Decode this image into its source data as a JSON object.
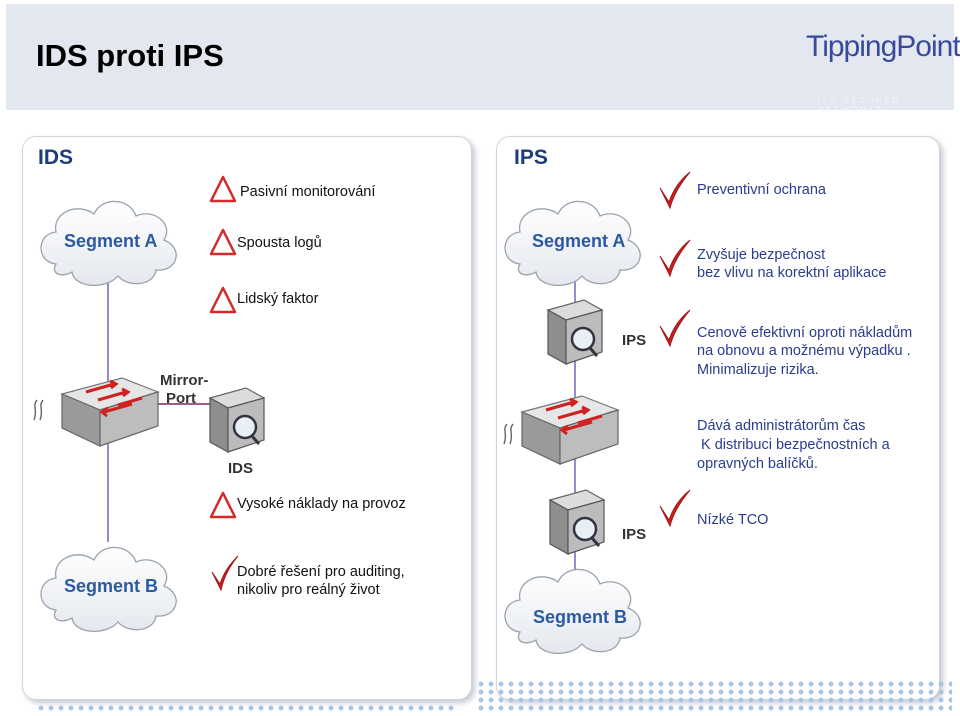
{
  "title": "IDS proti IPS",
  "logo": {
    "name": "TippingPoint",
    "tagline": "IPS-SECURED NETWORKS"
  },
  "left_panel": {
    "title": "IDS",
    "items": [
      {
        "text": "Pasivní monitorování",
        "icon": "warning-icon"
      },
      {
        "text": "Spousta logů",
        "icon": "warning-icon"
      },
      {
        "text": "Lidský faktor",
        "icon": "warning-icon"
      },
      {
        "text": "Vysoké náklady na provoz",
        "icon": "warning-icon"
      },
      {
        "lines": [
          "Dobré řešení pro auditing,",
          "nikoliv pro reálný život"
        ],
        "icon": "checkmark-icon"
      }
    ],
    "diagram": {
      "segment_a": "Segment A",
      "segment_b": "Segment B",
      "mirror_port": [
        "Mirror-",
        "Port"
      ],
      "device": "IDS"
    }
  },
  "right_panel": {
    "title": "IPS",
    "items": [
      {
        "lines": [
          "Preventivní  ochrana"
        ],
        "icon": "checkmark-icon"
      },
      {
        "lines": [
          "Zvyšuje bezpečnost",
          "bez vlivu na korektní aplikace"
        ],
        "icon": "checkmark-icon"
      },
      {
        "lines": [
          "Cenově efektivní  oproti nákladům",
          "na obnovu  a možnému  výpadku .",
          "Minimalizuje  rizika."
        ],
        "icon": "checkmark-icon"
      },
      {
        "lines": [
          "Dává administrátorům čas",
          " K distribuci bezpečnostních a",
          "opravných balíčků."
        ],
        "icon": "checkmark-icon"
      },
      {
        "lines": [
          "Nízké TCO"
        ],
        "icon": "checkmark-icon"
      }
    ],
    "diagram": {
      "segment_a": "Segment A",
      "segment_b": "Segment B",
      "device_top": "IPS",
      "device_bottom": "IPS"
    }
  },
  "colors": {
    "heading": "#1c3c7c",
    "text_blue": "#2a3d8c",
    "segment_text": "#2c5aa0",
    "warning": "#d42a2a",
    "check": "#cc1f1f",
    "link_line": "#7a2a5a",
    "header_bg": "#e3e7ef"
  }
}
